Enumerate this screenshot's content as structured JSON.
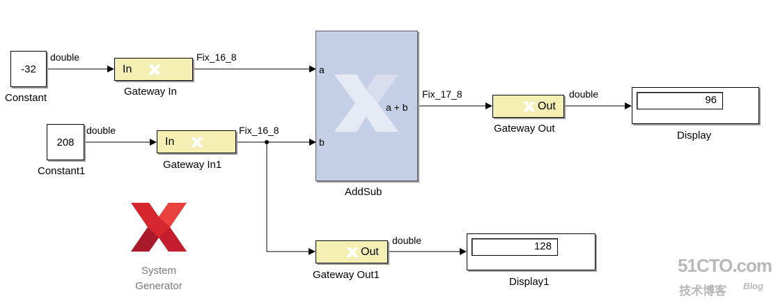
{
  "blocks": {
    "constant": {
      "value": "-32",
      "name": "Constant"
    },
    "constant1": {
      "value": "208",
      "name": "Constant1"
    },
    "gateway_in": {
      "port": "In",
      "name": "Gateway In"
    },
    "gateway_in1": {
      "port": "In",
      "name": "Gateway In1"
    },
    "addsub": {
      "name": "AddSub",
      "in_a": "a",
      "in_b": "b",
      "out": "a + b"
    },
    "gateway_out": {
      "port": "Out",
      "name": "Gateway Out"
    },
    "gateway_out1": {
      "port": "Out",
      "name": "Gateway Out1"
    },
    "display": {
      "value": "96",
      "name": "Display"
    },
    "display1": {
      "value": "128",
      "name": "Display1"
    }
  },
  "signals": {
    "const_to_gwin": "double",
    "gwin_to_addsub": "Fix_16_8",
    "const1_to_gwin1": "double",
    "gwin1_to_addsub": "Fix_16_8",
    "addsub_to_gwout": "Fix_17_8",
    "gwout_to_display": "double",
    "gwout1_to_display1": "double"
  },
  "logo": {
    "line1": "System",
    "line2": "Generator"
  },
  "watermark": {
    "line1": "51CTO.com",
    "line2": "技术博客",
    "line3": "Blog"
  },
  "colors": {
    "gateway": "#f4f0b4",
    "addsub": "#c5cfe6",
    "logo_red": "#d6262e"
  }
}
